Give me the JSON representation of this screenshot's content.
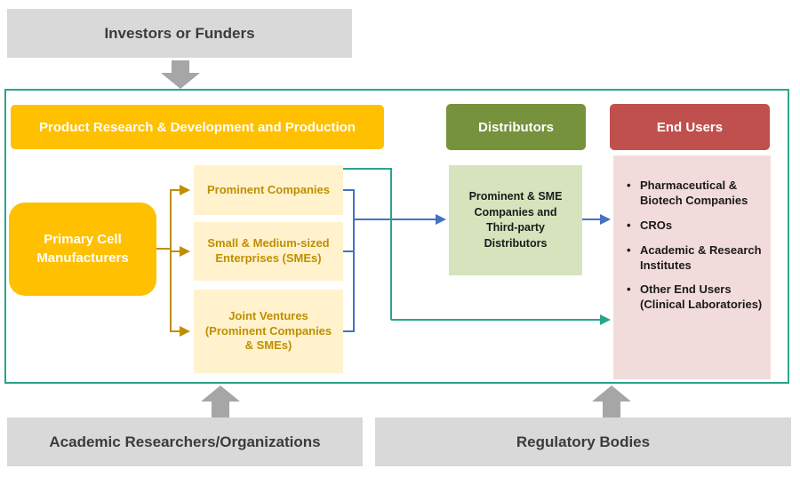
{
  "colors": {
    "gray-box": "#D9D9D9",
    "gray-arrow": "#A6A6A6",
    "text-dark": "#3B3B3B",
    "amber": "#FFC000",
    "cream": "#FFF2CC",
    "gold": "#BF8F00",
    "olive": "#76923C",
    "lightgreen": "#D6E3BC",
    "brick": "#C0504D",
    "pink": "#F2DCDB",
    "teal": "#2AA58C",
    "blue": "#4472C4"
  },
  "external": {
    "investors": "Investors or Funders",
    "academic": "Academic Researchers/Organizations",
    "regulatory": "Regulatory Bodies"
  },
  "headers": {
    "rnd": "Product Research & Development and Production",
    "distributors": "Distributors",
    "end_users": "End Users"
  },
  "rnd": {
    "primary": "Primary Cell Manufacturers",
    "company_types": [
      "Prominent Companies",
      "Small & Medium-sized Enterprises (SMEs)",
      "Joint Ventures (Prominent Companies & SMEs)"
    ]
  },
  "distribution": {
    "box": "Prominent & SME Companies and Third-party Distributors"
  },
  "end_users": {
    "items": [
      "Pharmaceutical & Biotech Companies",
      "CROs",
      "Academic & Research Institutes",
      "Other End Users (Clinical Laboratories)"
    ]
  }
}
